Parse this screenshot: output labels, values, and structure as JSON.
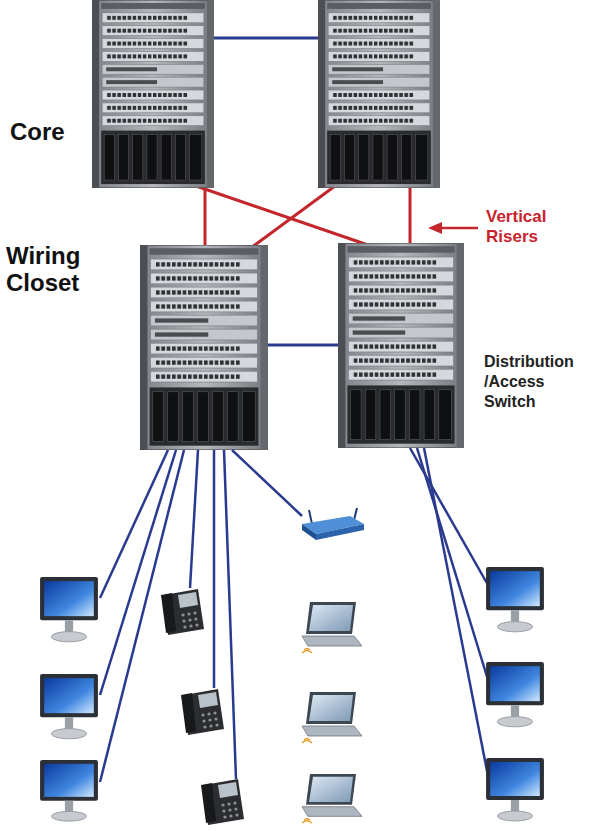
{
  "diagram": {
    "nodes": [
      {
        "text": [
          "Core"
        ]
      },
      {
        "text": [
          "Wiring Closet",
          "Distribution /Access Switch"
        ]
      }
    ],
    "labels": [
      "Vertical Risers"
    ]
  }
}
